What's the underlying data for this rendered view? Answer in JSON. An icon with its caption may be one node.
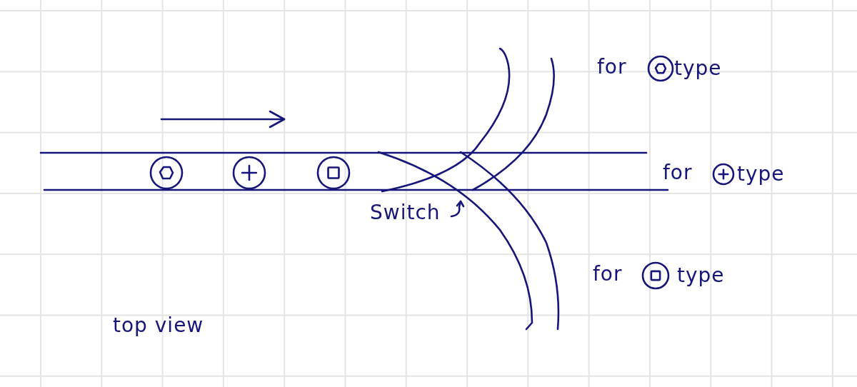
{
  "diagram": {
    "labels": [
      "for",
      "type",
      "for",
      "type",
      "Switch",
      "for",
      "type",
      "top view"
    ]
  }
}
